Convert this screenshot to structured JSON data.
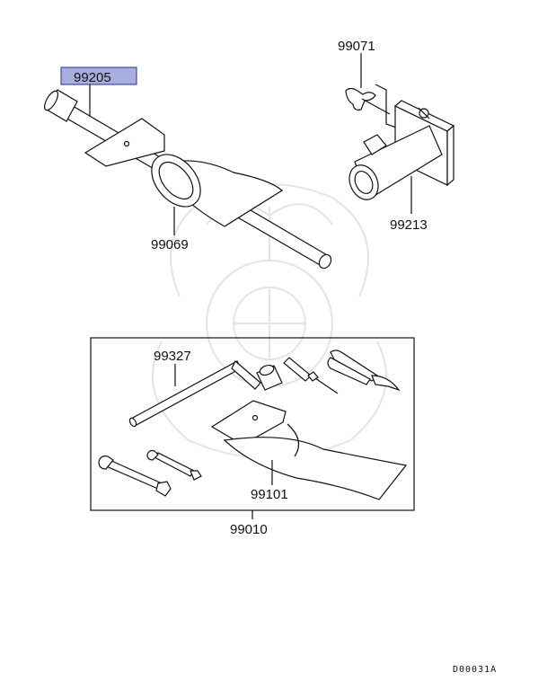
{
  "parts": {
    "p99205": "99205",
    "p99071": "99071",
    "p99069": "99069",
    "p99213": "99213",
    "p99327": "99327",
    "p99101": "99101",
    "p99010": "99010"
  },
  "diagram_code": "D00031A",
  "colors": {
    "highlight_fill": "#a9aee0",
    "highlight_stroke": "#2a2f8a",
    "line": "#111111",
    "watermark": "#e4e4e4"
  }
}
